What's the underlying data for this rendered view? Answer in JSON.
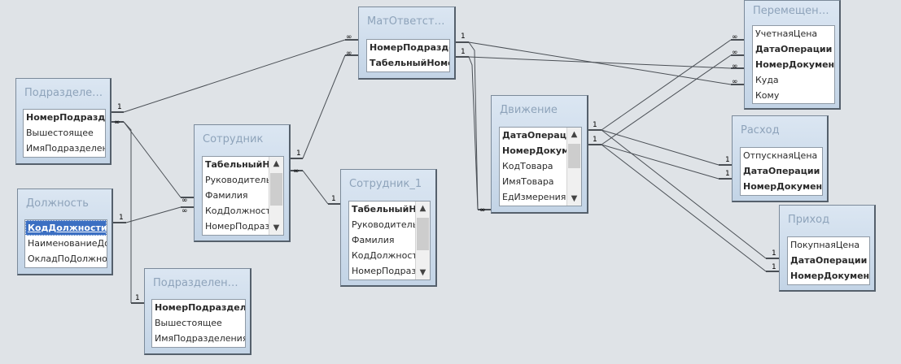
{
  "tables": {
    "podr1": {
      "title": "Подразделе…",
      "fields": [
        "НомерПодразделения",
        "Вышестоящее",
        "ИмяПодразделения"
      ]
    },
    "dolzh": {
      "title": "Должность",
      "fields": [
        "КодДолжности",
        "НаименованиеДолжности",
        "ОкладПоДолжности"
      ]
    },
    "podr2": {
      "title": "Подразделен…",
      "fields": [
        "НомерПодразделения",
        "Вышестоящее",
        "ИмяПодразделения"
      ]
    },
    "sotr": {
      "title": "Сотрудник",
      "fields": [
        "ТабельныйНомер",
        "Руководитель",
        "Фамилия",
        "КодДолжности",
        "НомерПодразделения"
      ]
    },
    "sotr1": {
      "title": "Сотрудник_1",
      "fields": [
        "ТабельныйНомер",
        "Руководитель",
        "Фамилия",
        "КодДолжности",
        "НомерПодразделения"
      ]
    },
    "mat": {
      "title": "МатОтветст…",
      "fields": [
        "НомерПодразделения",
        "ТабельныйНомер"
      ]
    },
    "dvizh": {
      "title": "Движение",
      "fields": [
        "ДатаОперации",
        "НомерДокумента",
        "КодТовара",
        "ИмяТовара",
        "ЕдИзмерения"
      ]
    },
    "perem": {
      "title": "Перемещен…",
      "fields": [
        "УчетнаяЦена",
        "ДатаОперации",
        "НомерДокумента",
        "Куда",
        "Кому"
      ]
    },
    "rash": {
      "title": "Расход",
      "fields": [
        "ОтпускнаяЦена",
        "ДатаОперации",
        "НомерДокумента"
      ]
    },
    "prih": {
      "title": "Приход",
      "fields": [
        "ПокупнаяЦена",
        "ДатаОперации",
        "НомерДокумента"
      ]
    }
  },
  "labels": {
    "one": "1",
    "many": "∞"
  },
  "colors": {
    "background": "#dfe3e7",
    "title": "#8ea3ba",
    "line": "#4a4f55",
    "selection": "#3b6fc2"
  }
}
